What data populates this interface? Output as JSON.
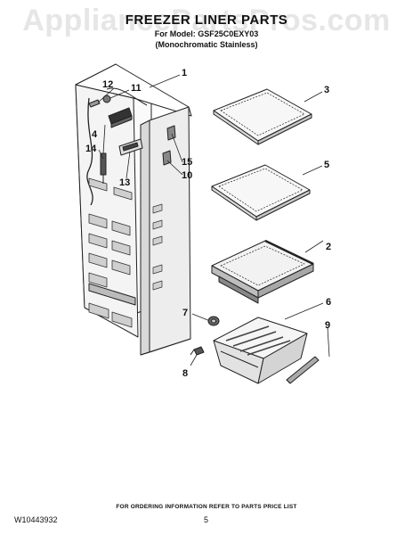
{
  "watermark": "AppliancePartsPros.com",
  "title": "FREEZER LINER PARTS",
  "subtitle_model": "For Model: GSF25C0EXY03",
  "subtitle_variant": "(Monochromatic Stainless)",
  "callouts": {
    "n1": "1",
    "n2": "2",
    "n3": "3",
    "n4": "4",
    "n5": "5",
    "n6": "6",
    "n7": "7",
    "n8": "8",
    "n9": "9",
    "n10": "10",
    "n11": "11",
    "n12": "12",
    "n13": "13",
    "n14": "14",
    "n15": "15"
  },
  "footer": {
    "ordering_note": "FOR ORDERING INFORMATION REFER TO PARTS PRICE LIST",
    "doc_number": "W10443932",
    "page_number": "5"
  }
}
